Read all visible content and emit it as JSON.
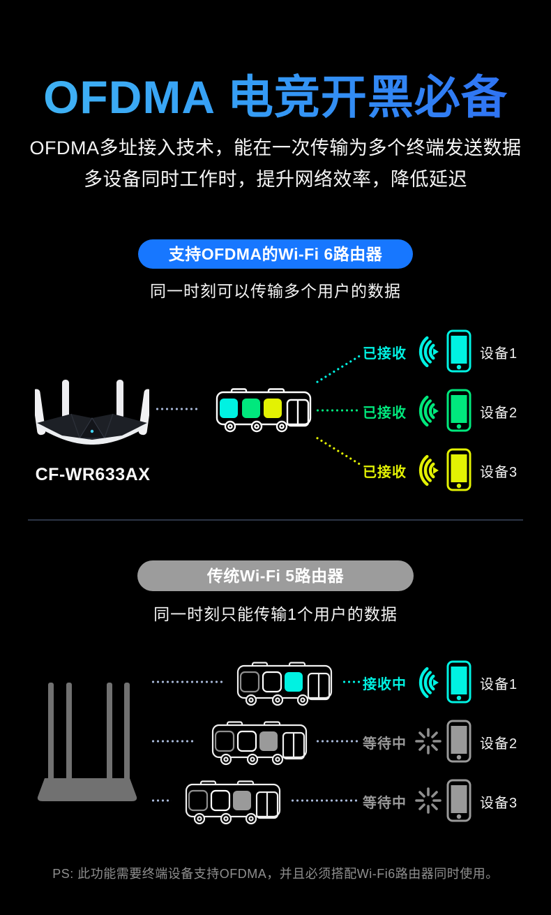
{
  "header": {
    "title": "OFDMA 电竞开黑必备",
    "subtitle_line1": "OFDMA多址接入技术，能在一次传输为多个终端发送数据",
    "subtitle_line2": "多设备同时工作时，提升网络效率，降低延迟"
  },
  "wifi6": {
    "badge": "支持OFDMA的Wi-Fi 6路由器",
    "caption": "同一时刻可以传输多个用户的数据",
    "router_model": "CF-WR633AX",
    "bus_slot_colors": [
      "#00f2e2",
      "#00e87d",
      "#e3f203"
    ],
    "devices": [
      {
        "status": "已接收",
        "label": "设备1",
        "color": "#00f2e2",
        "signal_icon": "wifi-signal-icon"
      },
      {
        "status": "已接收",
        "label": "设备2",
        "color": "#00e87d",
        "signal_icon": "wifi-signal-icon"
      },
      {
        "status": "已接收",
        "label": "设备3",
        "color": "#e3f203",
        "signal_icon": "wifi-signal-icon"
      }
    ]
  },
  "wifi5": {
    "badge": "传统Wi-Fi 5路由器",
    "caption": "同一时刻只能传输1个用户的数据",
    "bus_slot_colors_row1": [
      "none",
      "none",
      "#00f2e2"
    ],
    "bus_slot_colors_row23": [
      "none",
      "none",
      "#9a9a9a"
    ],
    "devices": [
      {
        "status": "接收中",
        "label": "设备1",
        "color": "#00f2e2",
        "signal_icon": "wifi-signal-icon"
      },
      {
        "status": "等待中",
        "label": "设备2",
        "color": "#9a9a9a",
        "signal_icon": "waiting-spinner-icon"
      },
      {
        "status": "等待中",
        "label": "设备3",
        "color": "#9a9a9a",
        "signal_icon": "waiting-spinner-icon"
      }
    ]
  },
  "footer": {
    "note": "PS: 此功能需要终端设备支持OFDMA，并且必须搭配Wi-Fi6路由器同时使用。"
  },
  "colors": {
    "background": "#000000",
    "title_gradient_start": "#41b6f4",
    "title_gradient_end": "#2e6cf3",
    "badge_blue": "#1777ff",
    "badge_gray": "#9c9c9c",
    "cyan": "#00f2e2",
    "green": "#00e87d",
    "yellow": "#e3f203",
    "device_gray": "#9a9a9a",
    "dotted_line": "#a8b8d8",
    "divider": "#2c3446"
  }
}
